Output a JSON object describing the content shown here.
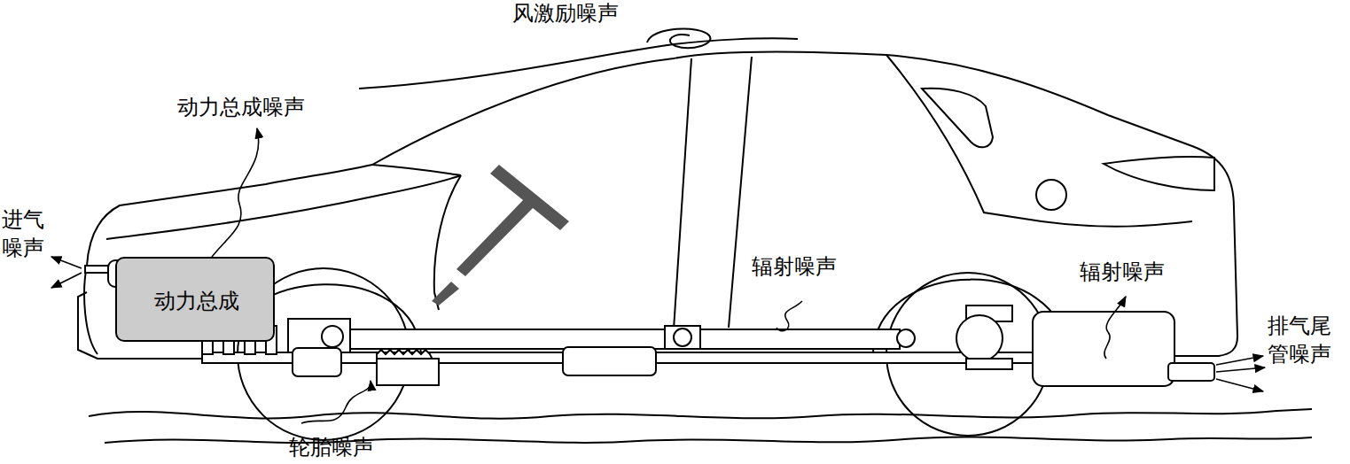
{
  "diagram": {
    "nodes": [
      {
        "text": [
          "动力总成"
        ]
      }
    ],
    "labels": [
      "风激励噪声",
      "动力总成噪声",
      "进气 噪声",
      "辐射噪声",
      "辐射噪声",
      "排气尾 管噪声",
      "轮胎噪声"
    ]
  }
}
